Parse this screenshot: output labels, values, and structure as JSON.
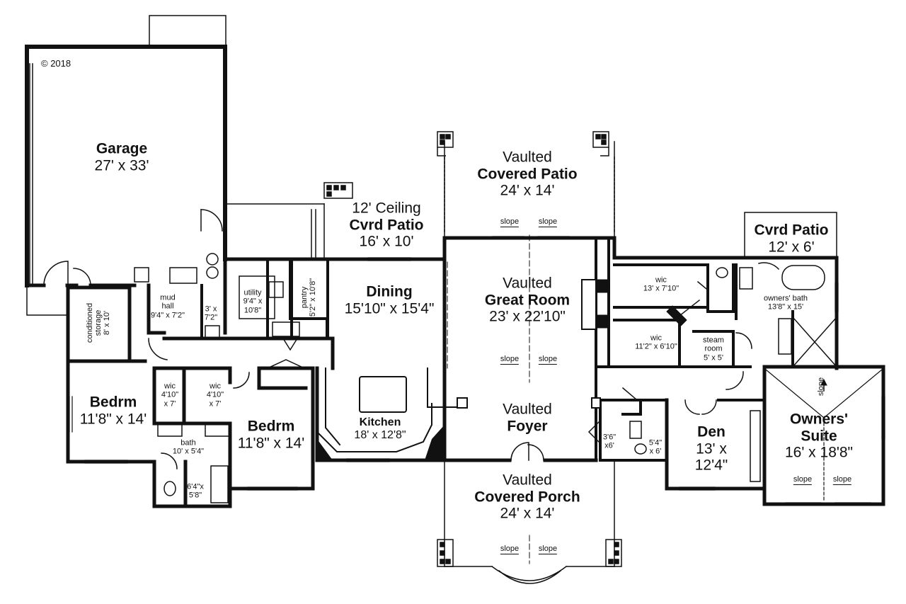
{
  "copyright": "© 2018",
  "rooms": {
    "garage": {
      "name": "Garage",
      "dim": "27' x 33'"
    },
    "vaulted_patio": {
      "pre": "Vaulted",
      "name": "Covered Patio",
      "dim": "24' x 14'"
    },
    "cvrd_patio_mid": {
      "pre": "12' Ceiling",
      "name": "Cvrd Patio",
      "dim": "16' x 10'"
    },
    "cvrd_patio_right": {
      "name": "Cvrd Patio",
      "dim": "12' x 6'"
    },
    "dining": {
      "name": "Dining",
      "dim": "15'10\" x 15'4\""
    },
    "great_room": {
      "pre": "Vaulted",
      "name": "Great Room",
      "dim": "23' x 22'10\""
    },
    "foyer": {
      "pre": "Vaulted",
      "name": "Foyer"
    },
    "porch": {
      "pre": "Vaulted",
      "name": "Covered Porch",
      "dim": "24' x 14'"
    },
    "kitchen": {
      "name": "Kitchen",
      "dim": "18' x 12'8\""
    },
    "bedrm1": {
      "name": "Bedrm",
      "dim": "11'8\" x 14'"
    },
    "bedrm2": {
      "name": "Bedrm",
      "dim": "11'8\" x 14'"
    },
    "den": {
      "name": "Den",
      "dim1": "13' x",
      "dim2": "12'4\""
    },
    "owners_suite": {
      "name1": "Owners'",
      "name2": "Suite",
      "dim": "16' x 18'8\""
    },
    "mud_hall": {
      "l1": "mud",
      "l2": "hall",
      "dim": "9'4\" x 7'2\""
    },
    "closet_3x7": {
      "l1": "3' x",
      "l2": "7'2\""
    },
    "utility": {
      "name": "utility",
      "l2": "9'4\" x",
      "l3": "10'8\""
    },
    "pantry": {
      "name": "pantry",
      "dim": "5'2\" x 10'8\""
    },
    "conditioned_storage": {
      "l1": "conditioned",
      "l2": "storage",
      "dim": "8' x 10'"
    },
    "wic_left1": {
      "name": "wic",
      "l2": "4'10\"",
      "l3": "x 7'"
    },
    "wic_left2": {
      "name": "wic",
      "l2": "4'10\"",
      "l3": "x 7'"
    },
    "bath": {
      "name": "bath",
      "dim": "10' x 5'4\""
    },
    "tub_closet": {
      "l1": "6'4\"x",
      "l2": "5'8\""
    },
    "wic_top": {
      "name": "wic",
      "dim": "13' x 7'10\""
    },
    "wic_bottom": {
      "name": "wic",
      "dim": "11'2\" x 6'10\""
    },
    "steam_room": {
      "l1": "steam",
      "l2": "room",
      "dim": "5' x 5'"
    },
    "owners_bath": {
      "name": "owners' bath",
      "dim": "13'8\" x 15'"
    },
    "closet_36": {
      "l1": "3'6\"",
      "l2": "x6'"
    },
    "powder": {
      "l1": "5'4\"",
      "l2": "x 6'"
    }
  },
  "slope": "slope"
}
